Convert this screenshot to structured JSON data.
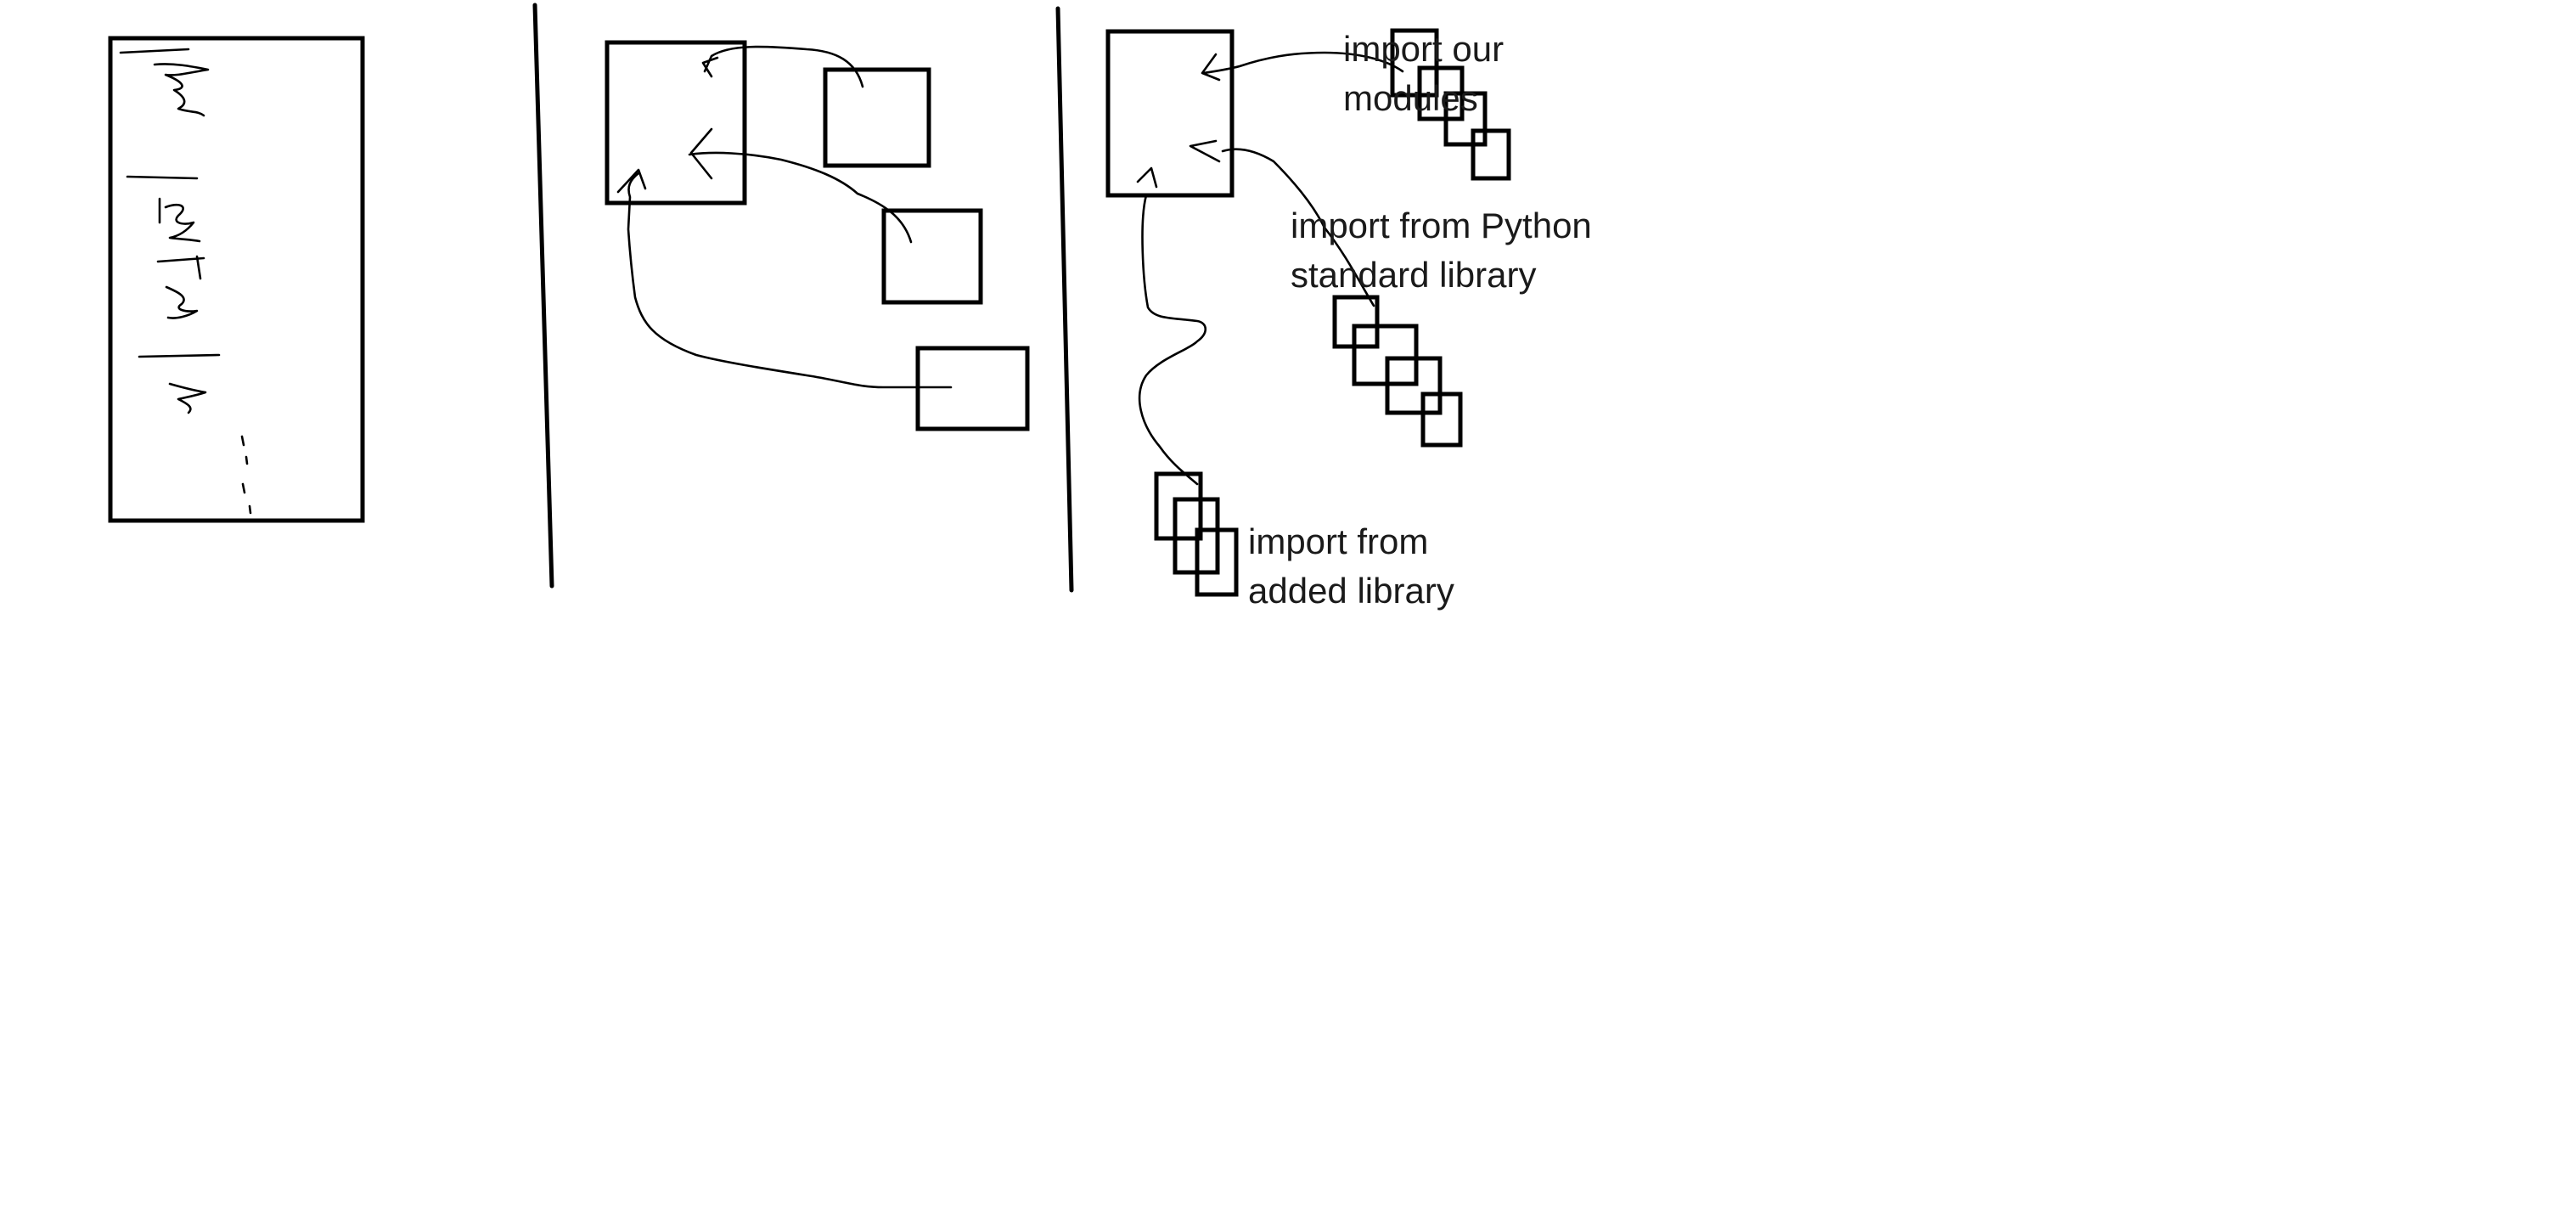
{
  "panel_3": {
    "labels": {
      "our_modules": [
        "import our",
        "modules"
      ],
      "standard_library": [
        "import from Python",
        "standard library"
      ],
      "added_library": [
        "import from",
        "added library"
      ]
    }
  }
}
